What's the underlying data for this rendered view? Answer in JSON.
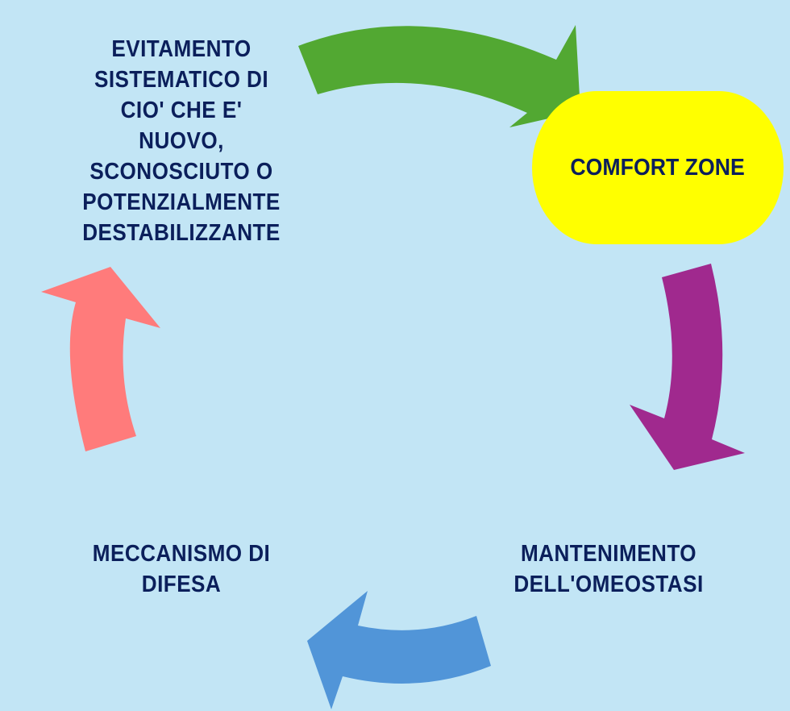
{
  "colors": {
    "background": "#c2e5f5",
    "text": "#0b1f5b",
    "comfort_zone_fill": "#ffff00",
    "arrow_green": "#52a832",
    "arrow_purple": "#a0298e",
    "arrow_blue": "#5195d8",
    "arrow_pink": "#ff7b7b"
  },
  "nodes": {
    "avoidance": [
      "EVITAMENTO",
      "SISTEMATICO DI",
      "CIO' CHE E'",
      "NUOVO,",
      "SCONOSCIUTO O",
      "POTENZIALMENTE",
      "DESTABILIZZANTE"
    ],
    "comfort_zone": "COMFORT ZONE",
    "homeostasis": [
      "MANTENIMENTO",
      "DELL'OMEOSTASI"
    ],
    "defense": [
      "MECCANISMO DI",
      "DIFESA"
    ]
  }
}
